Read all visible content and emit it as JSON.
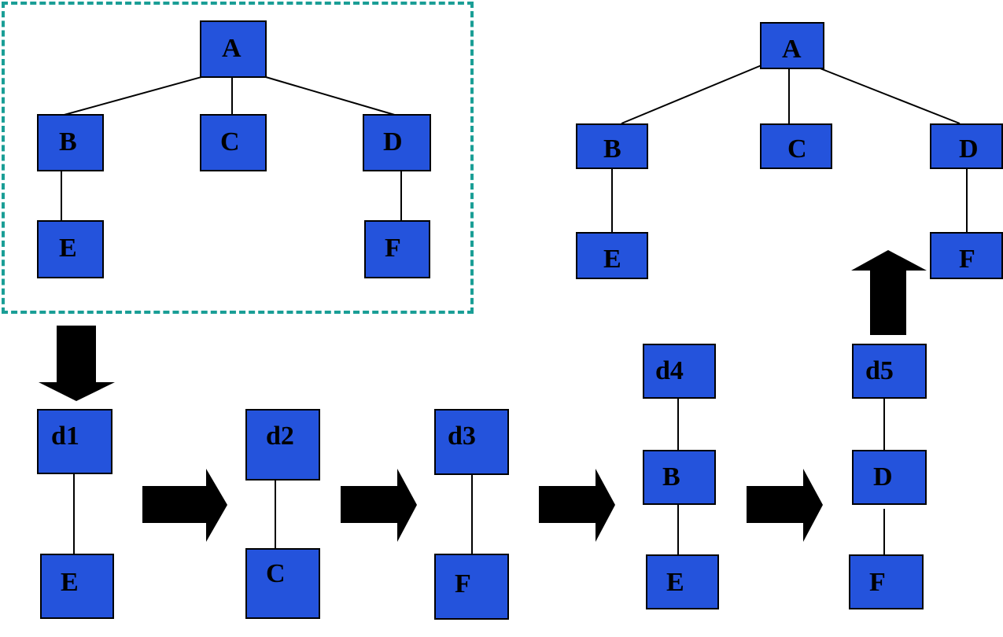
{
  "colors": {
    "node_fill": "#2453dc",
    "node_border": "#000000",
    "frame": "#1a9e96",
    "arrow": "#000000"
  },
  "original_tree": {
    "root": "A",
    "children": [
      "B",
      "C",
      "D"
    ],
    "grandchildren": {
      "B": "E",
      "D": "F"
    }
  },
  "result_tree": {
    "root": "A",
    "children": [
      "B",
      "C",
      "D"
    ],
    "grandchildren": {
      "B": "E",
      "D": "F"
    }
  },
  "steps": [
    {
      "top": "d1",
      "bottom": "E"
    },
    {
      "top": "d2",
      "bottom": "C"
    },
    {
      "top": "d3",
      "bottom": "F"
    },
    {
      "top": "d4",
      "middle": "B",
      "bottom": "E"
    },
    {
      "top": "d5",
      "middle": "D",
      "bottom": "F"
    }
  ],
  "arrows": [
    "arrow-down",
    "arrow-right",
    "arrow-right",
    "arrow-right",
    "arrow-right",
    "arrow-up"
  ]
}
